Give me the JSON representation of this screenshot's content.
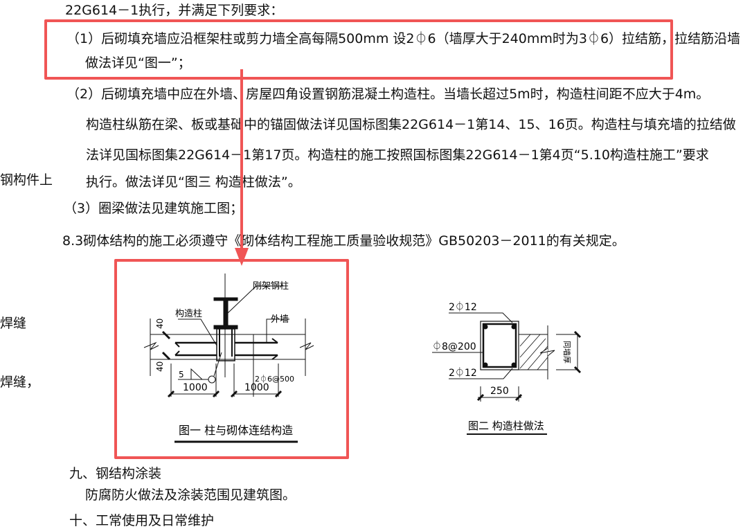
{
  "document": {
    "lines": {
      "intro_tail": "22G614－1执行，并满足下列要求：",
      "item1_line1": "（1）后砌填充墙应沿框架柱或剪力墙全高每隔500mm 设2⏀6（墙厚大于240mm时为3⏀6）拉结筋，拉结筋沿墙",
      "item1_line2": "做法详见“图一”；",
      "item2_line1": "（2）后砌填充墙中应在外墙、房屋四角设置钢筋混凝土构造柱。当墙长超过5m时，构造柱间距不应大于4m。",
      "item2_line2": "构造柱纵筋在梁、板或基础中的锚固做法详见国标图集22G614－1第14、15、16页。构造柱与填充墙的拉结做",
      "item2_line3": "法详见国标图集22G614－1第17页。构造柱的施工按照国标图集22G614－1第4页“5.10构造柱施工”要求",
      "item2_line4": "执行。做法详见“图三 构造柱做法”。",
      "item3": "（3）圈梁做法见建筑施工图；",
      "section_8_3": "8.3砌体结构的施工必须遵守《砌体结构工程施工质量验收规范》GB50203－2011的有关规定。",
      "section_9_title": "九、钢结构涂装",
      "section_9_body": "防腐防火做法及涂装范围见建筑图。",
      "section_10_partial": "十、工常使用及日常维护"
    },
    "left_margin_fragments": [
      "钢构件上",
      "焊缝",
      "焊缝，"
    ],
    "figure1": {
      "caption": "图一  柱与砌体连结构造",
      "labels": {
        "steel_column": "刚架钢柱",
        "constructional_column": "构造柱",
        "exterior_wall": "外墙",
        "dim_top": "40",
        "dim_bottom": "40",
        "weld_size": "5",
        "tie_bar": "2⏀6@500",
        "span_left": "1000",
        "span_right": "1000"
      }
    },
    "figure2": {
      "caption": "图二   构造柱做法",
      "labels": {
        "top_bars": "2⏀12",
        "stirrup": "⏀8@200",
        "bottom_bars": "2⏀12",
        "width": "250",
        "wall_thickness": "同墙厚"
      }
    }
  },
  "annotations": {
    "color": "#f05555",
    "highlight_box_target": "item1",
    "arrow_target": "figure1"
  }
}
